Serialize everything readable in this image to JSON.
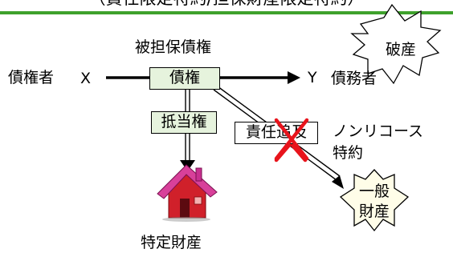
{
  "title": "（責任限定特約/担保財産限定特約）",
  "labels": {
    "secured_claim": "被担保債権",
    "creditor": "債権者",
    "x": "X",
    "claim": "債権",
    "y": "Y",
    "debtor": "債務者",
    "mortgage": "抵当権",
    "recourse": "責任追及",
    "nonrecourse": "ノンリコース\n特約",
    "specific_property": "特定財産",
    "bankruptcy": "破産",
    "general_property": "一般\n財産"
  },
  "colors": {
    "header_bar": "#3ea12c",
    "box_fill": "#e6f3dd",
    "cross": "#e8141c",
    "house_roof": "#d8409a",
    "house_wall": "#d0202a"
  },
  "icons": [
    "house-icon",
    "cross-icon",
    "burst-shape",
    "star-shape"
  ]
}
